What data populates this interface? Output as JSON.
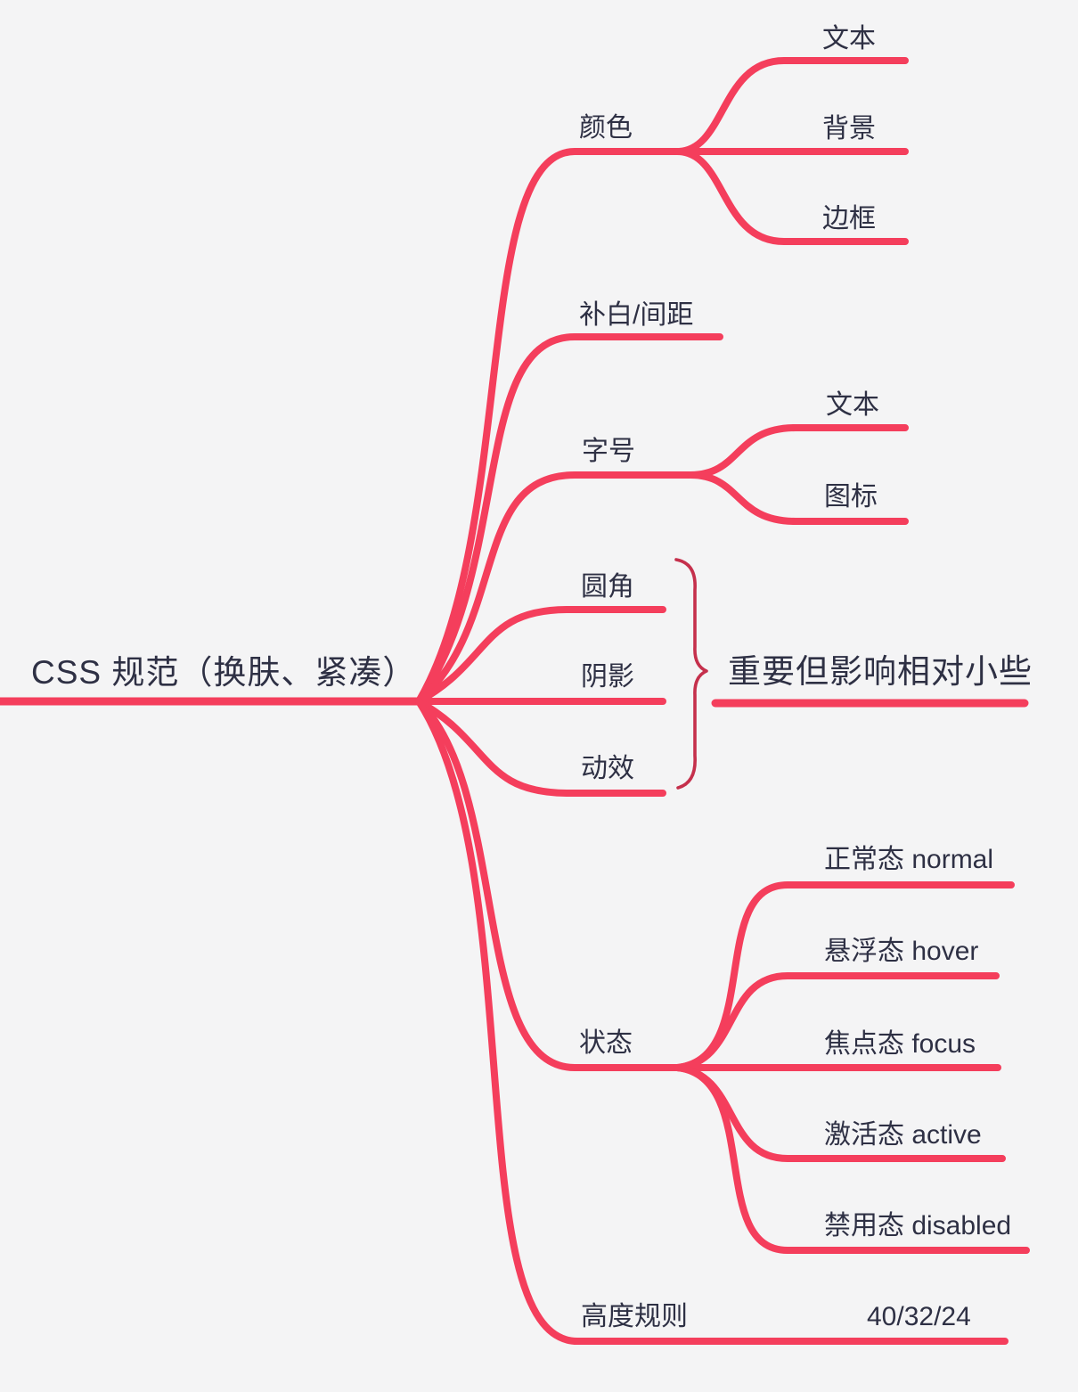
{
  "colors": {
    "branch": "#f43e5c",
    "brace": "#c5304c",
    "text": "#2e3044",
    "background": "#f4f4f5"
  },
  "mindmap": {
    "root": "CSS 规范（换肤、紧凑）",
    "branches": [
      {
        "label": "颜色",
        "children": [
          {
            "label": "文本"
          },
          {
            "label": "背景"
          },
          {
            "label": "边框"
          }
        ]
      },
      {
        "label": "补白/间距",
        "children": []
      },
      {
        "label": "字号",
        "children": [
          {
            "label": "文本"
          },
          {
            "label": "图标"
          }
        ]
      },
      {
        "label": "圆角",
        "children": []
      },
      {
        "label": "阴影",
        "children": []
      },
      {
        "label": "动效",
        "children": []
      },
      {
        "label": "状态",
        "children": [
          {
            "label": "正常态 normal"
          },
          {
            "label": "悬浮态 hover"
          },
          {
            "label": "焦点态 focus"
          },
          {
            "label": "激活态 active"
          },
          {
            "label": "禁用态 disabled"
          }
        ]
      },
      {
        "label": "高度规则",
        "children": [
          {
            "label": "40/32/24"
          }
        ]
      }
    ],
    "annotation": {
      "label": "重要但影响相对小些",
      "applies_to": "圆角 / 阴影 / 动效"
    }
  }
}
